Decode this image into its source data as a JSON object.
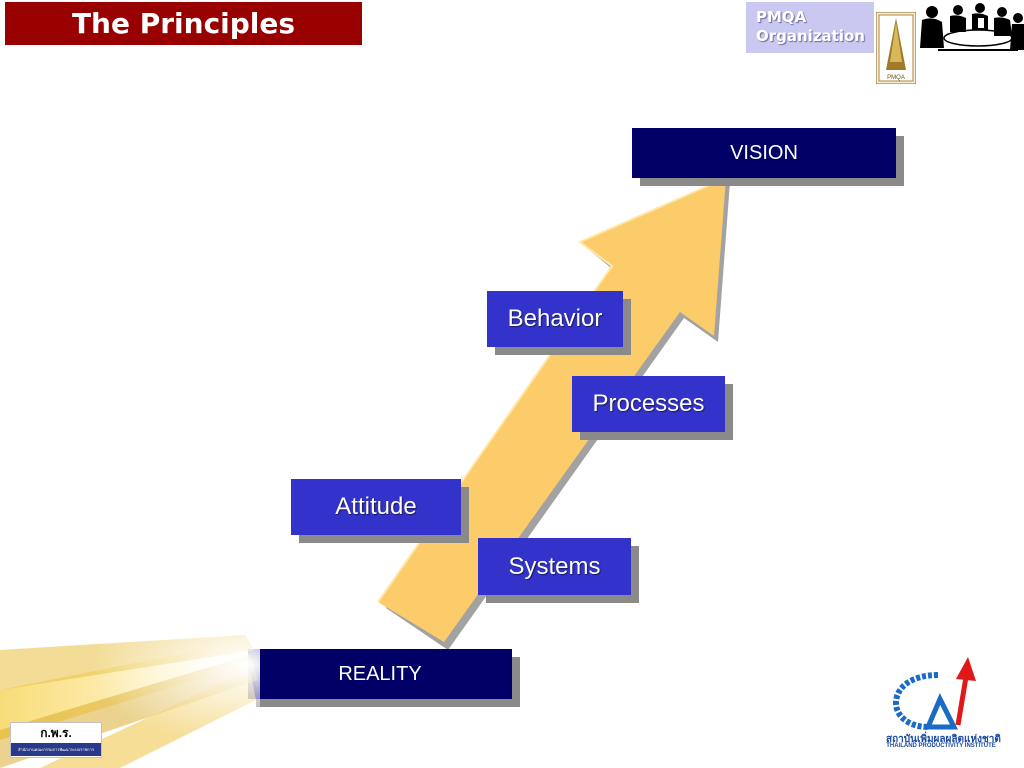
{
  "header": {
    "title": "The Principles",
    "org_line1": "PMQA",
    "org_line2": "Organization",
    "org_logo_text": "PMQA"
  },
  "diagram": {
    "start": "REALITY",
    "end": "VISION",
    "steps": [
      "Attitude",
      "Systems",
      "Behavior",
      "Processes"
    ]
  },
  "footer": {
    "left_logo_text": "ก.พ.ร.",
    "left_logo_subtext": "สำนักงานคณะกรรมการพัฒนาระบบราชการ",
    "right_logo_text_th": "สถาบันเพิ่มผลผลิตแห่งชาติ",
    "right_logo_text_en": "THAILAND PRODUCTIVITY INSTITUTE"
  },
  "colors": {
    "title_bg": "#990000",
    "dark_box": "#000066",
    "blue_box": "#3333cc",
    "arrow": "#fccb6a"
  }
}
